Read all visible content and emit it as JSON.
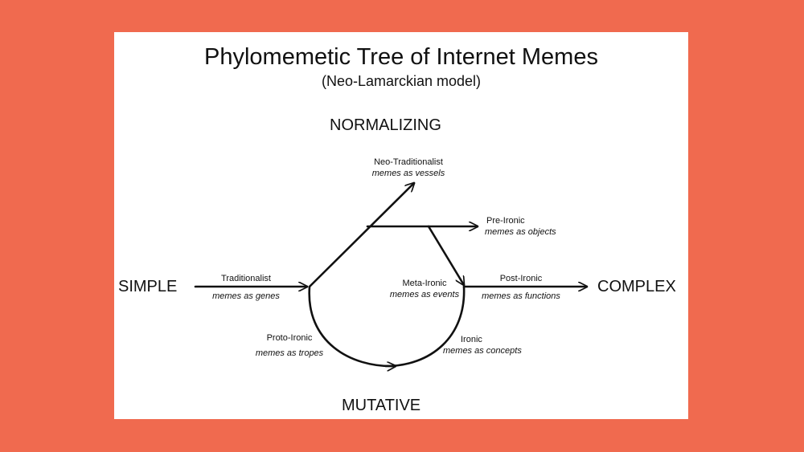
{
  "title": "Phylomemetic Tree of Internet Memes",
  "subtitle": "(Neo-Lamarckian model)",
  "axes": {
    "top": "NORMALIZING",
    "bottom": "MUTATIVE",
    "left": "SIMPLE",
    "right": "COMPLEX"
  },
  "stages": {
    "traditionalist": {
      "name": "Traditionalist",
      "desc": "memes as genes"
    },
    "neo_traditionalist": {
      "name": "Neo-Traditionalist",
      "desc": "memes as vessels"
    },
    "pre_ironic": {
      "name": "Pre-Ironic",
      "desc": "memes as objects"
    },
    "meta_ironic": {
      "name": "Meta-Ironic",
      "desc": "memes as events"
    },
    "post_ironic": {
      "name": "Post-Ironic",
      "desc": "memes as functions"
    },
    "proto_ironic": {
      "name": "Proto-Ironic",
      "desc": "memes as tropes"
    },
    "ironic": {
      "name": "Ironic",
      "desc": "memes as concepts"
    }
  }
}
